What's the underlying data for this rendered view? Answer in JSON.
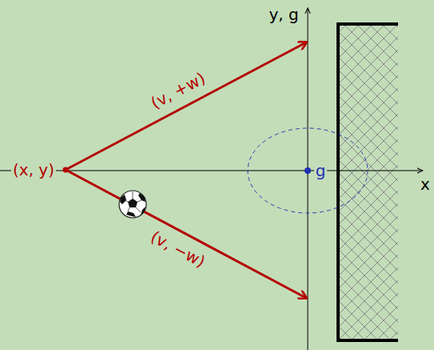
{
  "diagram": {
    "labels": [
      "y, g",
      "(v, +w)",
      "(x, y)",
      "g",
      "x",
      "(v, −w)"
    ]
  }
}
